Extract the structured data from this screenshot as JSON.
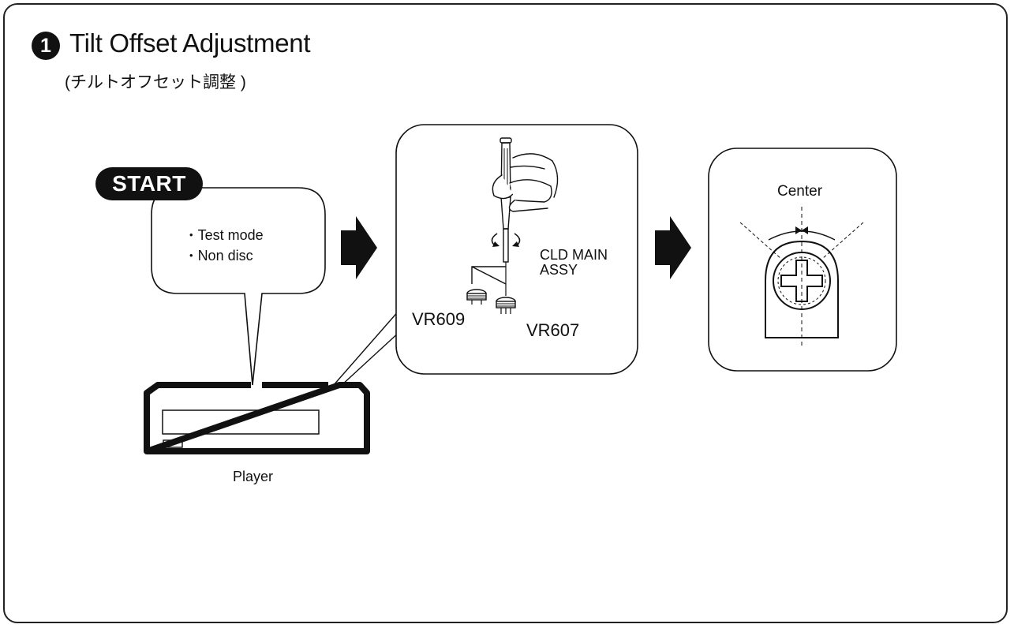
{
  "step": {
    "number": "1",
    "title": "Tilt Offset Adjustment",
    "subtitle": "(チルトオフセット調整 )"
  },
  "start_panel": {
    "badge": "START",
    "items": [
      "Test mode",
      "Non disc"
    ],
    "device_label": "Player"
  },
  "adjust_panel": {
    "assembly_label": "CLD MAIN ASSY",
    "trimmers": [
      "VR609",
      "VR607"
    ],
    "icons": [
      "hand-icon",
      "screwdriver-icon",
      "rotate-arrow-icon",
      "trimmer-icon"
    ]
  },
  "result_panel": {
    "label": "Center",
    "icons": [
      "trimmer-closeup-icon",
      "center-mark-icon"
    ]
  },
  "flow_arrows": [
    "right-arrow-icon",
    "right-arrow-icon"
  ],
  "colors": {
    "ink": "#111111",
    "background": "#ffffff"
  }
}
